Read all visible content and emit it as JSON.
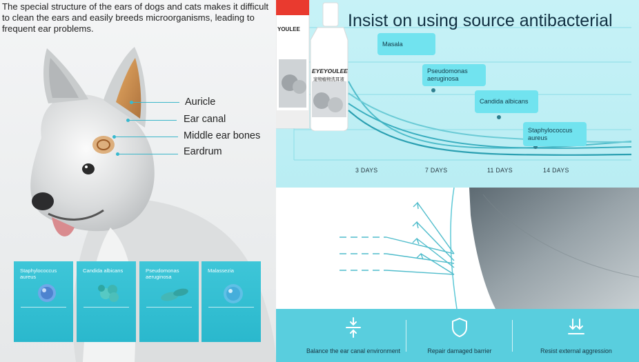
{
  "intro_text": "The special structure of the ears of dogs and cats makes it difficult to clean the ears and easily breeds microorganisms, leading to frequent ear problems.",
  "ear_labels": [
    "Auricle",
    "Ear canal",
    "Middle ear bones",
    "Eardrum"
  ],
  "microbes": [
    {
      "name": "Staphylococcus aureus",
      "color": "#6fa8e8"
    },
    {
      "name": "Candida albicans",
      "color": "#56c9c4"
    },
    {
      "name": "Pseudomonas aeruginosa",
      "color": "#44b7b6"
    },
    {
      "name": "Malassezia",
      "color": "#5fc0e6"
    }
  ],
  "headline": "Insist on using source antibacterial",
  "bacteria_bubbles": [
    "Masala",
    "Pseudomonas aeruginosa",
    "Candida albicans",
    "Staphylococcus aureus"
  ],
  "days": [
    "3 DAYS",
    "7 DAYS",
    "11 DAYS",
    "14 DAYS"
  ],
  "product": {
    "brand": "EYEYOULEE",
    "name_cn": "宠物植物洗耳液",
    "box_brand": "YOULEE"
  },
  "features": [
    {
      "label": "Balance the ear canal environment",
      "icon": "balance-arrows-icon"
    },
    {
      "label": "Repair damaged barrier",
      "icon": "shield-icon"
    },
    {
      "label": "Resist external aggression",
      "icon": "down-arrows-icon"
    }
  ],
  "colors": {
    "accent": "#3ec6d8",
    "chart_bg": "#c2f0f6",
    "bubble": "#71e3ef",
    "feature_bar": "#59cede"
  }
}
